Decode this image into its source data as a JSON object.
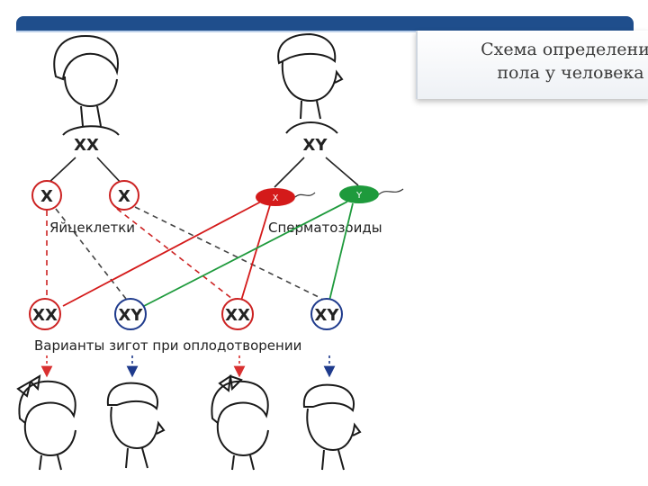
{
  "title": "Схема определения\nпола у человека",
  "parents": {
    "mother": "XX",
    "father": "XY"
  },
  "eggs": [
    "X",
    "X"
  ],
  "sperm": [
    "X",
    "Y"
  ],
  "labels": {
    "eggs": "Яйцеклетки",
    "sperm": "Сперматозоиды",
    "zygotes": "Варианты зигот при оплодотворении"
  },
  "zygotes": [
    "XX",
    "XY",
    "XX",
    "XY"
  ],
  "colors": {
    "female": "#d93030",
    "male": "#1e3a8c",
    "sperm_x": "#d41a1a",
    "sperm_y": "#1e9a3c",
    "egg": "#cc2222"
  }
}
